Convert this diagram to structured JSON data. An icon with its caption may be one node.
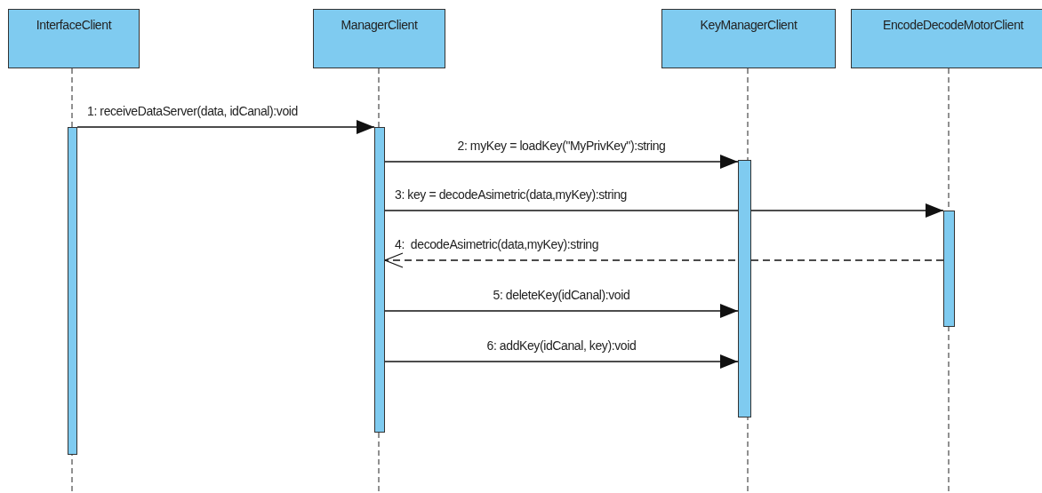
{
  "diagram": {
    "nodes": [
      {
        "text": [
          "InterfaceClient"
        ]
      },
      {
        "text": [
          "ManagerClient"
        ]
      },
      {
        "text": [
          "KeyManagerClient"
        ]
      },
      {
        "text": [
          "EncodeDecodeMotorClient"
        ]
      },
      {
        "text": [],
        "shape": "bar"
      },
      {
        "text": [],
        "shape": "bar"
      },
      {
        "text": [],
        "shape": "bar"
      },
      {
        "text": [],
        "shape": "bar"
      }
    ],
    "edges": [
      {
        "from": 4,
        "to": 5,
        "arrow": "to",
        "label": "1: receiveDataServer(data, idCanal):void"
      },
      {
        "from": 5,
        "to": 6,
        "arrow": "to",
        "label": "2: myKey = loadKey(\"MyPrivKey\"):string"
      },
      {
        "from": 5,
        "to": 7,
        "arrow": "to",
        "label": "3: key = decodeAsimetric(data,myKey):string"
      },
      {
        "from": 7,
        "to": 5,
        "arrow": "to",
        "style": "dashed",
        "label": "4:  decodeAsimetric(data,myKey):string"
      },
      {
        "from": 5,
        "to": 6,
        "arrow": "to",
        "label": "5: deleteKey(idCanal):void"
      },
      {
        "from": 5,
        "to": 6,
        "arrow": "to",
        "label": "6: addKey(idCanal, key):void"
      }
    ]
  }
}
